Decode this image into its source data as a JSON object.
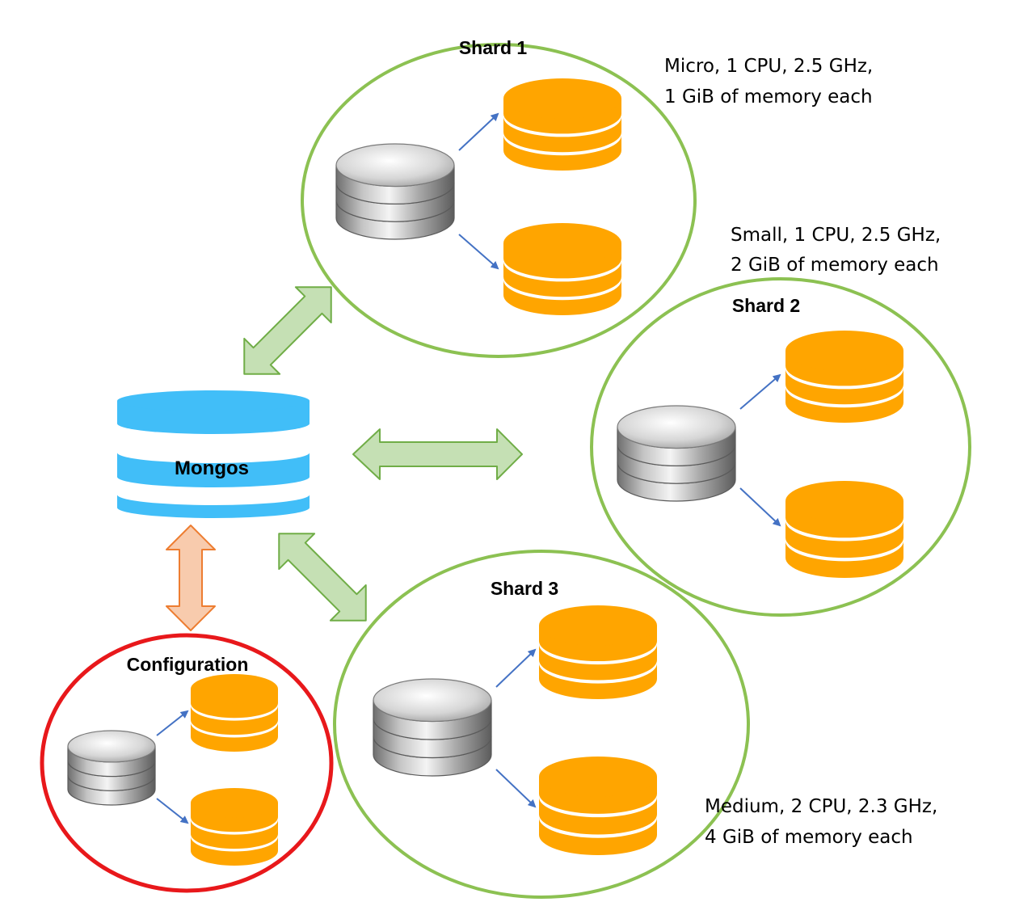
{
  "mongos": {
    "label": "Mongos"
  },
  "shards": [
    {
      "title": "Shard 1",
      "spec_line1": "Micro, 1 CPU, 2.5 GHz,",
      "spec_line2": "1 GiB of memory each"
    },
    {
      "title": "Shard 2",
      "spec_line1": "Small, 1 CPU, 2.5 GHz,",
      "spec_line2": "2 GiB of memory each"
    },
    {
      "title": "Shard 3",
      "spec_line1": "Medium, 2 CPU, 2.3 GHz,",
      "spec_line2": "4 GiB of memory each"
    }
  ],
  "configuration": {
    "title": "Configuration"
  },
  "colors": {
    "shard_ring": "#8cc152",
    "config_ring": "#e8181b",
    "mongos_fill": "#41bef8",
    "replica_fill": "#ffa500",
    "link_arrow_fill": "#c5e0b4",
    "link_arrow_stroke": "#70ad47",
    "config_arrow_fill": "#f8cbad",
    "config_arrow_stroke": "#ed7d31",
    "replication_arrow": "#4472c4"
  },
  "icons": {
    "primary_node": "silver-database-icon",
    "secondary_node": "orange-database-icon",
    "router": "blue-database-icon"
  }
}
